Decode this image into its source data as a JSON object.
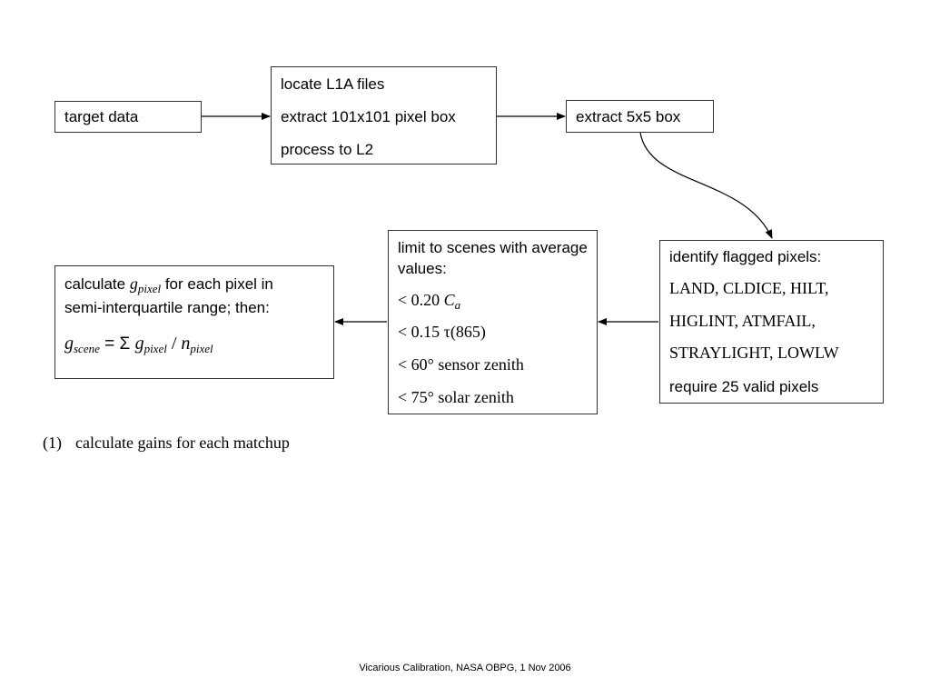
{
  "boxes": {
    "target": {
      "label": "target data"
    },
    "locate": {
      "lines": [
        "locate L1A files",
        "extract 101x101 pixel box",
        "process to L2"
      ]
    },
    "extract5": {
      "label": "extract 5x5 box"
    },
    "identify": {
      "title": "identify flagged pixels:",
      "flags_line1": "LAND, CLDICE, HILT,",
      "flags_line2": "HIGLINT, ATMFAIL,",
      "flags_line3": "STRAYLIGHT,  LOWLW",
      "requirement": "require 25 valid pixels"
    },
    "limit": {
      "title": "limit to scenes with average values:",
      "c1_prefix": "< 0.20 ",
      "c1_var": "C",
      "c1_sub": "a",
      "c2": "< 0.15 τ(865)",
      "c3": "< 60° sensor zenith",
      "c4": "< 75° solar zenith"
    },
    "calculate": {
      "text_prefix": "calculate ",
      "g": "g",
      "pixel_sub": "pixel",
      "text_suffix": " for each pixel in",
      "line2": "semi-interquartile range; then:",
      "scene_sub": "scene",
      "equals_sum": " = Σ ",
      "slash": " / ",
      "n": "n"
    }
  },
  "step": {
    "number": "(1)",
    "text": "calculate gains for each matchup"
  },
  "footer": "Vicarious Calibration, NASA OBPG, 1 Nov 2006"
}
